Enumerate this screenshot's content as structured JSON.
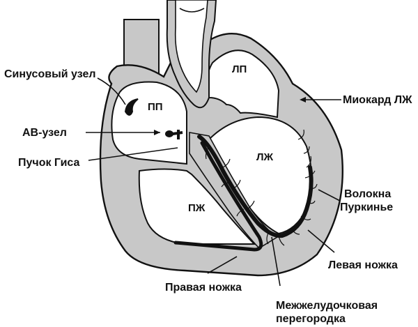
{
  "chambers": {
    "right_atrium": "ПП",
    "left_atrium": "ЛП",
    "left_ventricle": "ЛЖ",
    "right_ventricle": "ПЖ"
  },
  "labels": {
    "sinus_node": "Синусовый узел",
    "av_node": "АВ-узел",
    "his_bundle": "Пучок Гиса",
    "myocardium_lv": "Миокард ЛЖ",
    "purkinje_line1": "Волокна",
    "purkinje_line2": "Пуркинье",
    "left_bundle": "Левая ножка",
    "right_bundle": "Правая ножка",
    "septum_line1": "Межжелудочковая",
    "septum_line2": "перегородка"
  },
  "colors": {
    "tissue": "#c8c8c8",
    "outline": "#111111",
    "conduction": "#111111",
    "cavity": "#ffffff"
  }
}
